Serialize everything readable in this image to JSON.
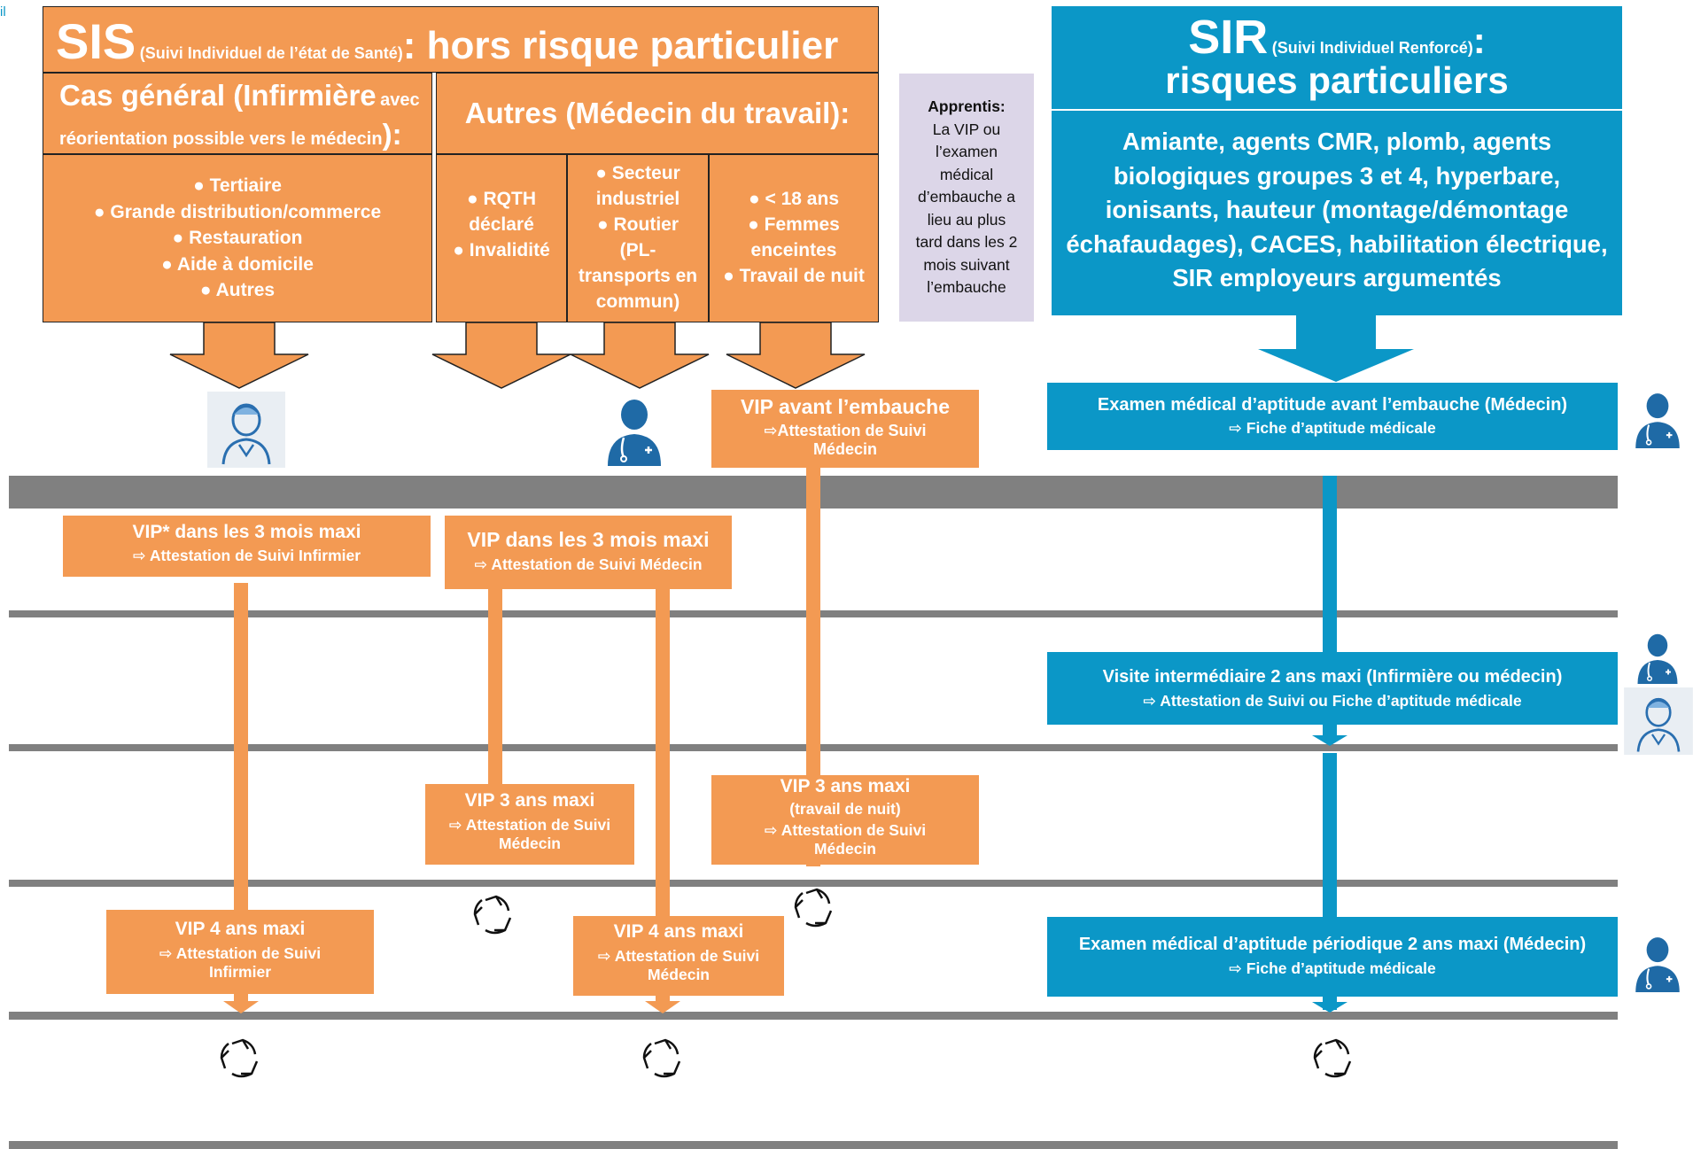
{
  "colors": {
    "orange": "#f39a53",
    "blue": "#0b97c7",
    "gray": "#808080",
    "lilac": "#dcd6e8"
  },
  "corner_mark": "il",
  "sis": {
    "title_big": "SIS",
    "title_small": "(Suivi Individuel de l’état de Santé)",
    "title_colon": ":",
    "title_rest": " hors risque particulier",
    "cas_general": {
      "label_big": "Cas général (Infirmière",
      "label_small_1": "avec",
      "label_small_2": "réorientation possible vers le médecin",
      "label_end": "):",
      "items": [
        "● Tertiaire",
        "● Grande distribution/commerce",
        "● Restauration",
        "● Aide à domicile",
        "● Autres"
      ]
    },
    "autres": {
      "label": "Autres (Médecin du travail):",
      "col1": [
        "● RQTH",
        "déclaré",
        "● Invalidité"
      ],
      "col2": [
        "● Secteur",
        "industriel",
        "● Routier",
        "(PL-",
        "transports en",
        "commun)"
      ],
      "col3": [
        "● < 18 ans",
        "● Femmes",
        "enceintes",
        "● Travail de nuit"
      ]
    }
  },
  "apprentis": {
    "title": "Apprentis:",
    "lines": [
      "La VIP ou",
      "l’examen",
      "médical",
      "d’embauche a",
      "lieu au plus",
      "tard dans les 2",
      "mois suivant",
      "l’embauche"
    ]
  },
  "sir": {
    "title_big": "SIR",
    "title_small": "(Suivi Individuel Renforcé)",
    "title_colon": ":",
    "title_line2": "risques particuliers",
    "risks": [
      "Amiante, agents CMR, plomb, agents",
      "biologiques groupes 3 et 4, hyperbare,",
      "ionisants, hauteur (montage/démontage",
      "échafaudages), CACES, habilitation électrique,",
      "SIR employeurs argumentés"
    ]
  },
  "boxes": {
    "vip_avant": {
      "title": "VIP avant l’embauche",
      "line1": "⇨Attestation de Suivi",
      "line2": "Médecin"
    },
    "exam_avant": {
      "title": "Examen médical d’aptitude avant l’embauche (Médecin)",
      "line1": "⇨ Fiche d’aptitude médicale"
    },
    "vip_3mois_inf": {
      "title": "VIP* dans les 3 mois maxi",
      "line1": "⇨ Attestation de Suivi Infirmier"
    },
    "vip_3mois_med": {
      "title": "VIP dans les 3 mois maxi",
      "line1": "⇨ Attestation de Suivi Médecin"
    },
    "visite_inter": {
      "title": "Visite intermédiaire 2 ans maxi (Infirmière ou médecin)",
      "line1": "⇨ Attestation de Suivi ou Fiche d’aptitude médicale"
    },
    "vip_3ans": {
      "title": "VIP 3 ans maxi",
      "line1": "⇨ Attestation de Suivi",
      "line2": "Médecin"
    },
    "vip_3ans_nuit": {
      "title": "VIP 3 ans maxi",
      "sub": "(travail de nuit)",
      "line1": "⇨ Attestation de Suivi",
      "line2": "Médecin"
    },
    "vip_4ans_inf": {
      "title": "VIP 4 ans maxi",
      "line1": "⇨ Attestation de Suivi",
      "line2": "Infirmier"
    },
    "vip_4ans_med": {
      "title": "VIP 4 ans maxi",
      "line1": "⇨ Attestation de Suivi",
      "line2": "Médecin"
    },
    "exam_periodique": {
      "title": "Examen médical d’aptitude périodique 2 ans maxi (Médecin)",
      "line1": "⇨ Fiche d’aptitude médicale"
    }
  }
}
